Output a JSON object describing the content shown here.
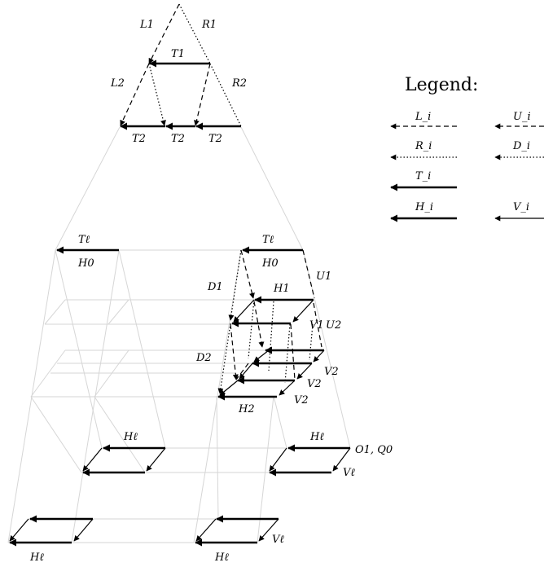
{
  "legend": {
    "title": "Legend:",
    "items": [
      {
        "label": "L_i",
        "style": "dashed",
        "weight": "thin"
      },
      {
        "label": "U_i",
        "style": "dashed",
        "weight": "thin"
      },
      {
        "label": "R_i",
        "style": "dotted",
        "weight": "thin"
      },
      {
        "label": "D_i",
        "style": "dotted",
        "weight": "thin"
      },
      {
        "label": "T_i",
        "style": "solid",
        "weight": "thick"
      },
      {
        "label": "H_i",
        "style": "solid",
        "weight": "thick"
      },
      {
        "label": "V_i",
        "style": "solid",
        "weight": "thin"
      }
    ]
  },
  "labels": {
    "L1": "L1",
    "R1": "R1",
    "T1": "T1",
    "L2": "L2",
    "R2": "R2",
    "T2": "T2",
    "Tl": "Tℓ",
    "H0": "H0",
    "D1": "D1",
    "D2": "D2",
    "H1": "H1",
    "U1": "U1",
    "U2": "U2",
    "V1": "V1",
    "V2": "V2",
    "H2": "H2",
    "Hl": "Hℓ",
    "Vl": "Vℓ",
    "O1Q0": "O1, Q0"
  },
  "colors": {
    "ink": "#000000",
    "grid": "#d6d6d6"
  }
}
